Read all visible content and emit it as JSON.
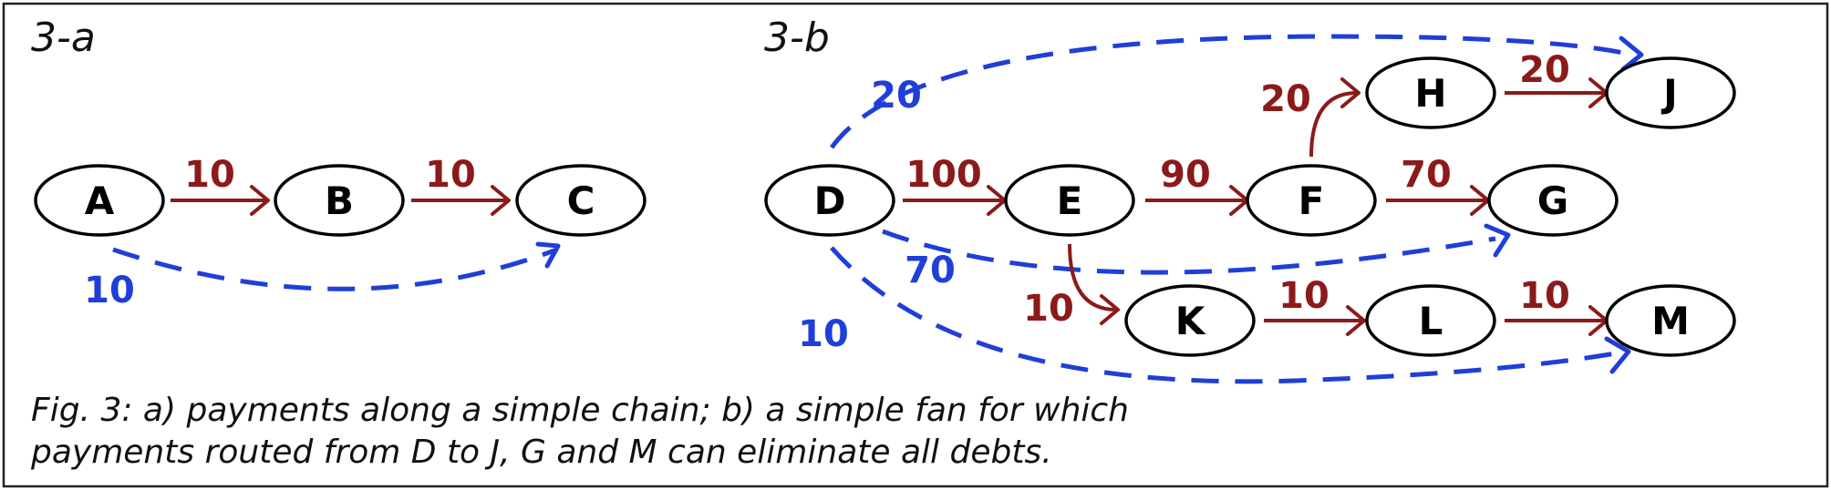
{
  "panels": {
    "a_label": "3-a",
    "b_label": "3-b"
  },
  "nodes": {
    "A": "A",
    "B": "B",
    "C": "C",
    "D": "D",
    "E": "E",
    "F": "F",
    "G": "G",
    "H": "H",
    "J": "J",
    "K": "K",
    "L": "L",
    "M": "M"
  },
  "red_edges": {
    "A_B": "10",
    "B_C": "10",
    "D_E": "100",
    "E_F": "90",
    "F_G": "70",
    "F_H": "20",
    "H_J": "20",
    "E_K": "10",
    "K_L": "10",
    "L_M": "10"
  },
  "blue_edges": {
    "A_C": "10",
    "D_J": "20",
    "D_G": "70",
    "D_M": "10"
  },
  "caption": {
    "line1": "Fig. 3: a) payments along a simple chain; b) a simple fan for which",
    "line2": "payments routed from D to J, G and M can eliminate all debts."
  },
  "colors": {
    "debt": "#8b1a1a",
    "payment": "#1f3fd8",
    "node_stroke": "#000000"
  }
}
